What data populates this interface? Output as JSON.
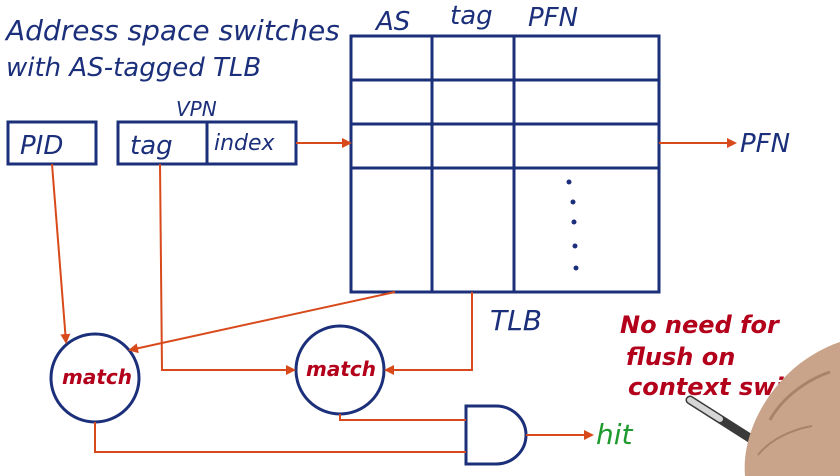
{
  "title_line1": "Address space switches",
  "title_line2": "with AS-tagged TLB",
  "tlb_columns": [
    "AS",
    "tag",
    "PFN"
  ],
  "tlb_label": "TLB",
  "vpn_label": "VPN",
  "pid_label": "PID",
  "vpn_fields": [
    "tag",
    "index"
  ],
  "output_label": "PFN",
  "match_labels": [
    "match",
    "match"
  ],
  "hit_label": "hit",
  "note_lines": [
    "No need for",
    "flush on",
    "context switch"
  ],
  "colors": {
    "blue_ink": "#1b2f7a",
    "red_ink": "#b3001b",
    "green_ink": "#1f9a2e",
    "arrow_orange": "#d84a1b"
  }
}
